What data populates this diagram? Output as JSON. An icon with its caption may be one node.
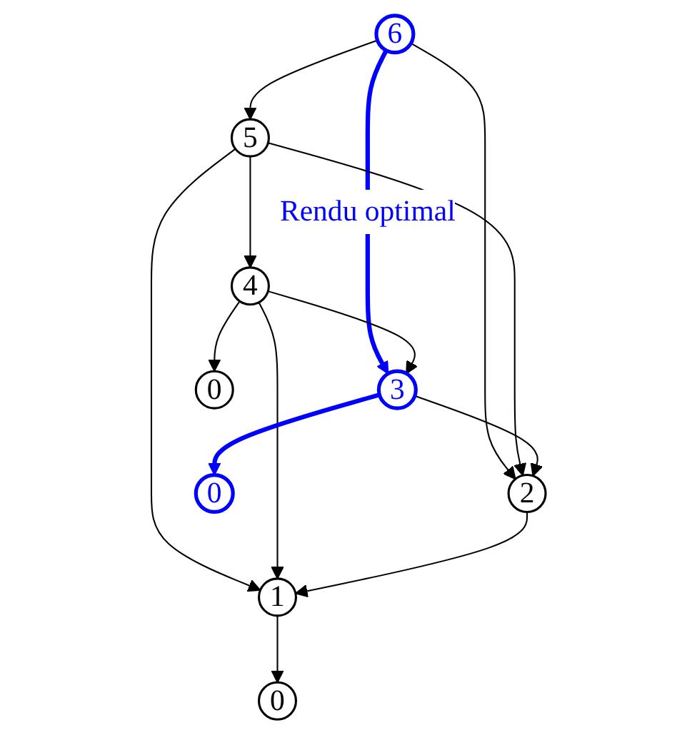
{
  "diagram": {
    "nodes": [
      {
        "text": [
          "6"
        ]
      },
      {
        "text": [
          "5"
        ]
      },
      {
        "text": [
          "2"
        ]
      },
      {
        "text": [
          "3"
        ]
      },
      {
        "text": [
          "4"
        ]
      },
      {
        "text": [
          "1"
        ]
      },
      {
        "text": [
          "0"
        ]
      },
      {
        "text": [
          "0"
        ]
      },
      {
        "text": [
          "0"
        ]
      }
    ],
    "edges": [
      {
        "from": 0,
        "to": 1,
        "arrow": "to"
      },
      {
        "from": 0,
        "to": 2,
        "arrow": "to"
      },
      {
        "from": 0,
        "to": 3,
        "arrow": "to",
        "label": "Rendu optimal",
        "style": "thick",
        "color": "#0000ff"
      },
      {
        "from": 1,
        "to": 2,
        "arrow": "to"
      },
      {
        "from": 3,
        "to": 2,
        "arrow": "to"
      },
      {
        "from": 1,
        "to": 4,
        "arrow": "to"
      },
      {
        "from": 1,
        "to": 5,
        "arrow": "to"
      },
      {
        "from": 4,
        "to": 3,
        "arrow": "to"
      },
      {
        "from": 4,
        "to": 5,
        "arrow": "to"
      },
      {
        "from": 2,
        "to": 5,
        "arrow": "to"
      },
      {
        "from": 3,
        "to": 6,
        "arrow": "to",
        "style": "thick",
        "color": "#0000ff"
      },
      {
        "from": 4,
        "to": 7,
        "arrow": "to"
      },
      {
        "from": 5,
        "to": 8,
        "arrow": "to"
      }
    ]
  }
}
